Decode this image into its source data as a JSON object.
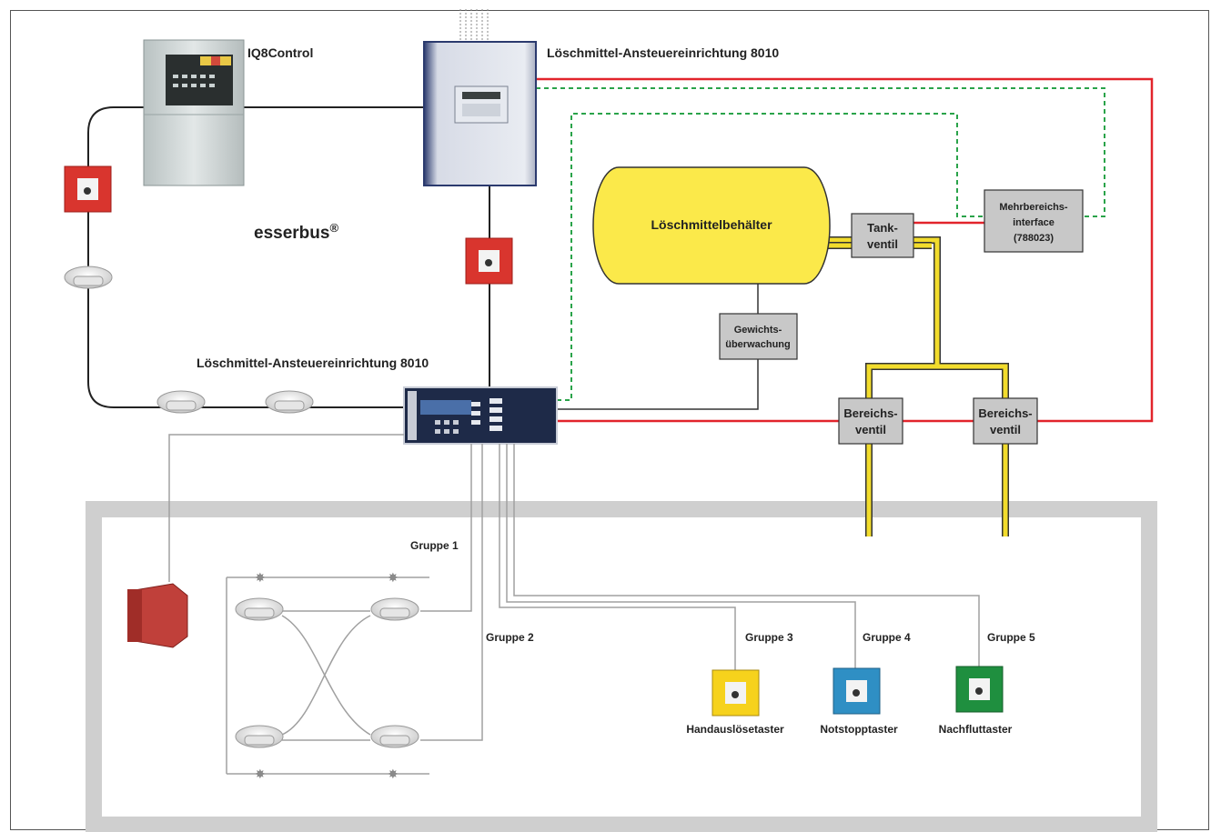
{
  "labels": {
    "iq8": "IQ8Control",
    "ansteuer_top": "Löschmittel-Ansteuereinrichtung 8010",
    "ansteuer_bottom": "Löschmittel-Ansteuereinrichtung 8010",
    "esserbus": "esserbus",
    "esserbus_reg": "®",
    "tank": "Löschmittelbehälter",
    "tankventil_1": "Tank-",
    "tankventil_2": "ventil",
    "mehr_1": "Mehrbereichs-",
    "mehr_2": "interface",
    "mehr_3": "(788023)",
    "gewicht_1": "Gewichts-",
    "gewicht_2": "überwachung",
    "bv1_1": "Bereichs-",
    "bv1_2": "ventil",
    "bv2_1": "Bereichs-",
    "bv2_2": "ventil",
    "gruppe1": "Gruppe 1",
    "gruppe2": "Gruppe 2",
    "gruppe3": "Gruppe 3",
    "gruppe4": "Gruppe 4",
    "gruppe5": "Gruppe 5",
    "hand": "Handauslösetaster",
    "notstopp": "Notstopptaster",
    "nachflut": "Nachfluttaster"
  },
  "colors": {
    "red_line": "#e2242b",
    "green_dashed": "#2aa34a",
    "yellow_pipe": "#f2dc2c",
    "tank_fill": "#fbe94a",
    "grey_box": "#c8c8c8",
    "room_border": "#cfcfcf",
    "call_point_red": "#d9352e",
    "call_point_yellow": "#f6d21c",
    "call_point_blue": "#2f8fc4",
    "call_point_green": "#1f8f3f"
  },
  "icons": [
    "iq8-control-panel",
    "extinguishing-control-unit",
    "rack-control-unit",
    "manual-call-point",
    "smoke-detector",
    "siren"
  ]
}
